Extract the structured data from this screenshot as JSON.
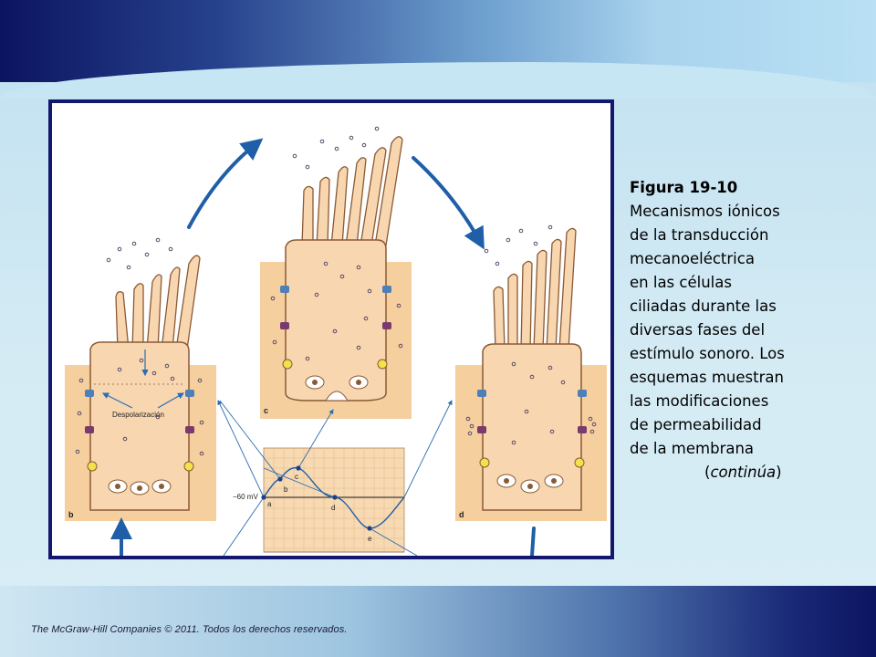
{
  "caption": {
    "title": "Figura 19-10",
    "lines": [
      "Mecanismos iónicos",
      "de la transducción",
      "mecanoeléctrica",
      "en las células",
      "ciliadas durante las",
      "diversas fases del",
      "estímulo sonoro. Los",
      "esquemas muestran",
      "las modificaciones",
      "de permeabilidad",
      "de la membrana"
    ],
    "continued_open": "(",
    "continued": "continúa",
    "continued_close": ")"
  },
  "footer": {
    "copyright": "The McGraw-Hill Companies © 2011. Todos los derechos reservados."
  },
  "figure": {
    "panel_labels": {
      "b": "b",
      "c": "c",
      "d": "d"
    },
    "depolarization_label": "Despolarización",
    "graph": {
      "voltage_label": "−60 mV",
      "points": [
        {
          "label": "a"
        },
        {
          "label": "b"
        },
        {
          "label": "c"
        },
        {
          "label": "d"
        },
        {
          "label": "e"
        }
      ]
    },
    "colors": {
      "cell_fill": "#f8d6b0",
      "cell_stroke": "#8a5a35",
      "tissue": "#f5cf9e",
      "arrow_blue": "#1f5fa8",
      "frame": "#13186e",
      "channel_blue": "#4e7fb8",
      "channel_purple": "#7a3a6e",
      "channel_yellow": "#f4e24a"
    }
  }
}
